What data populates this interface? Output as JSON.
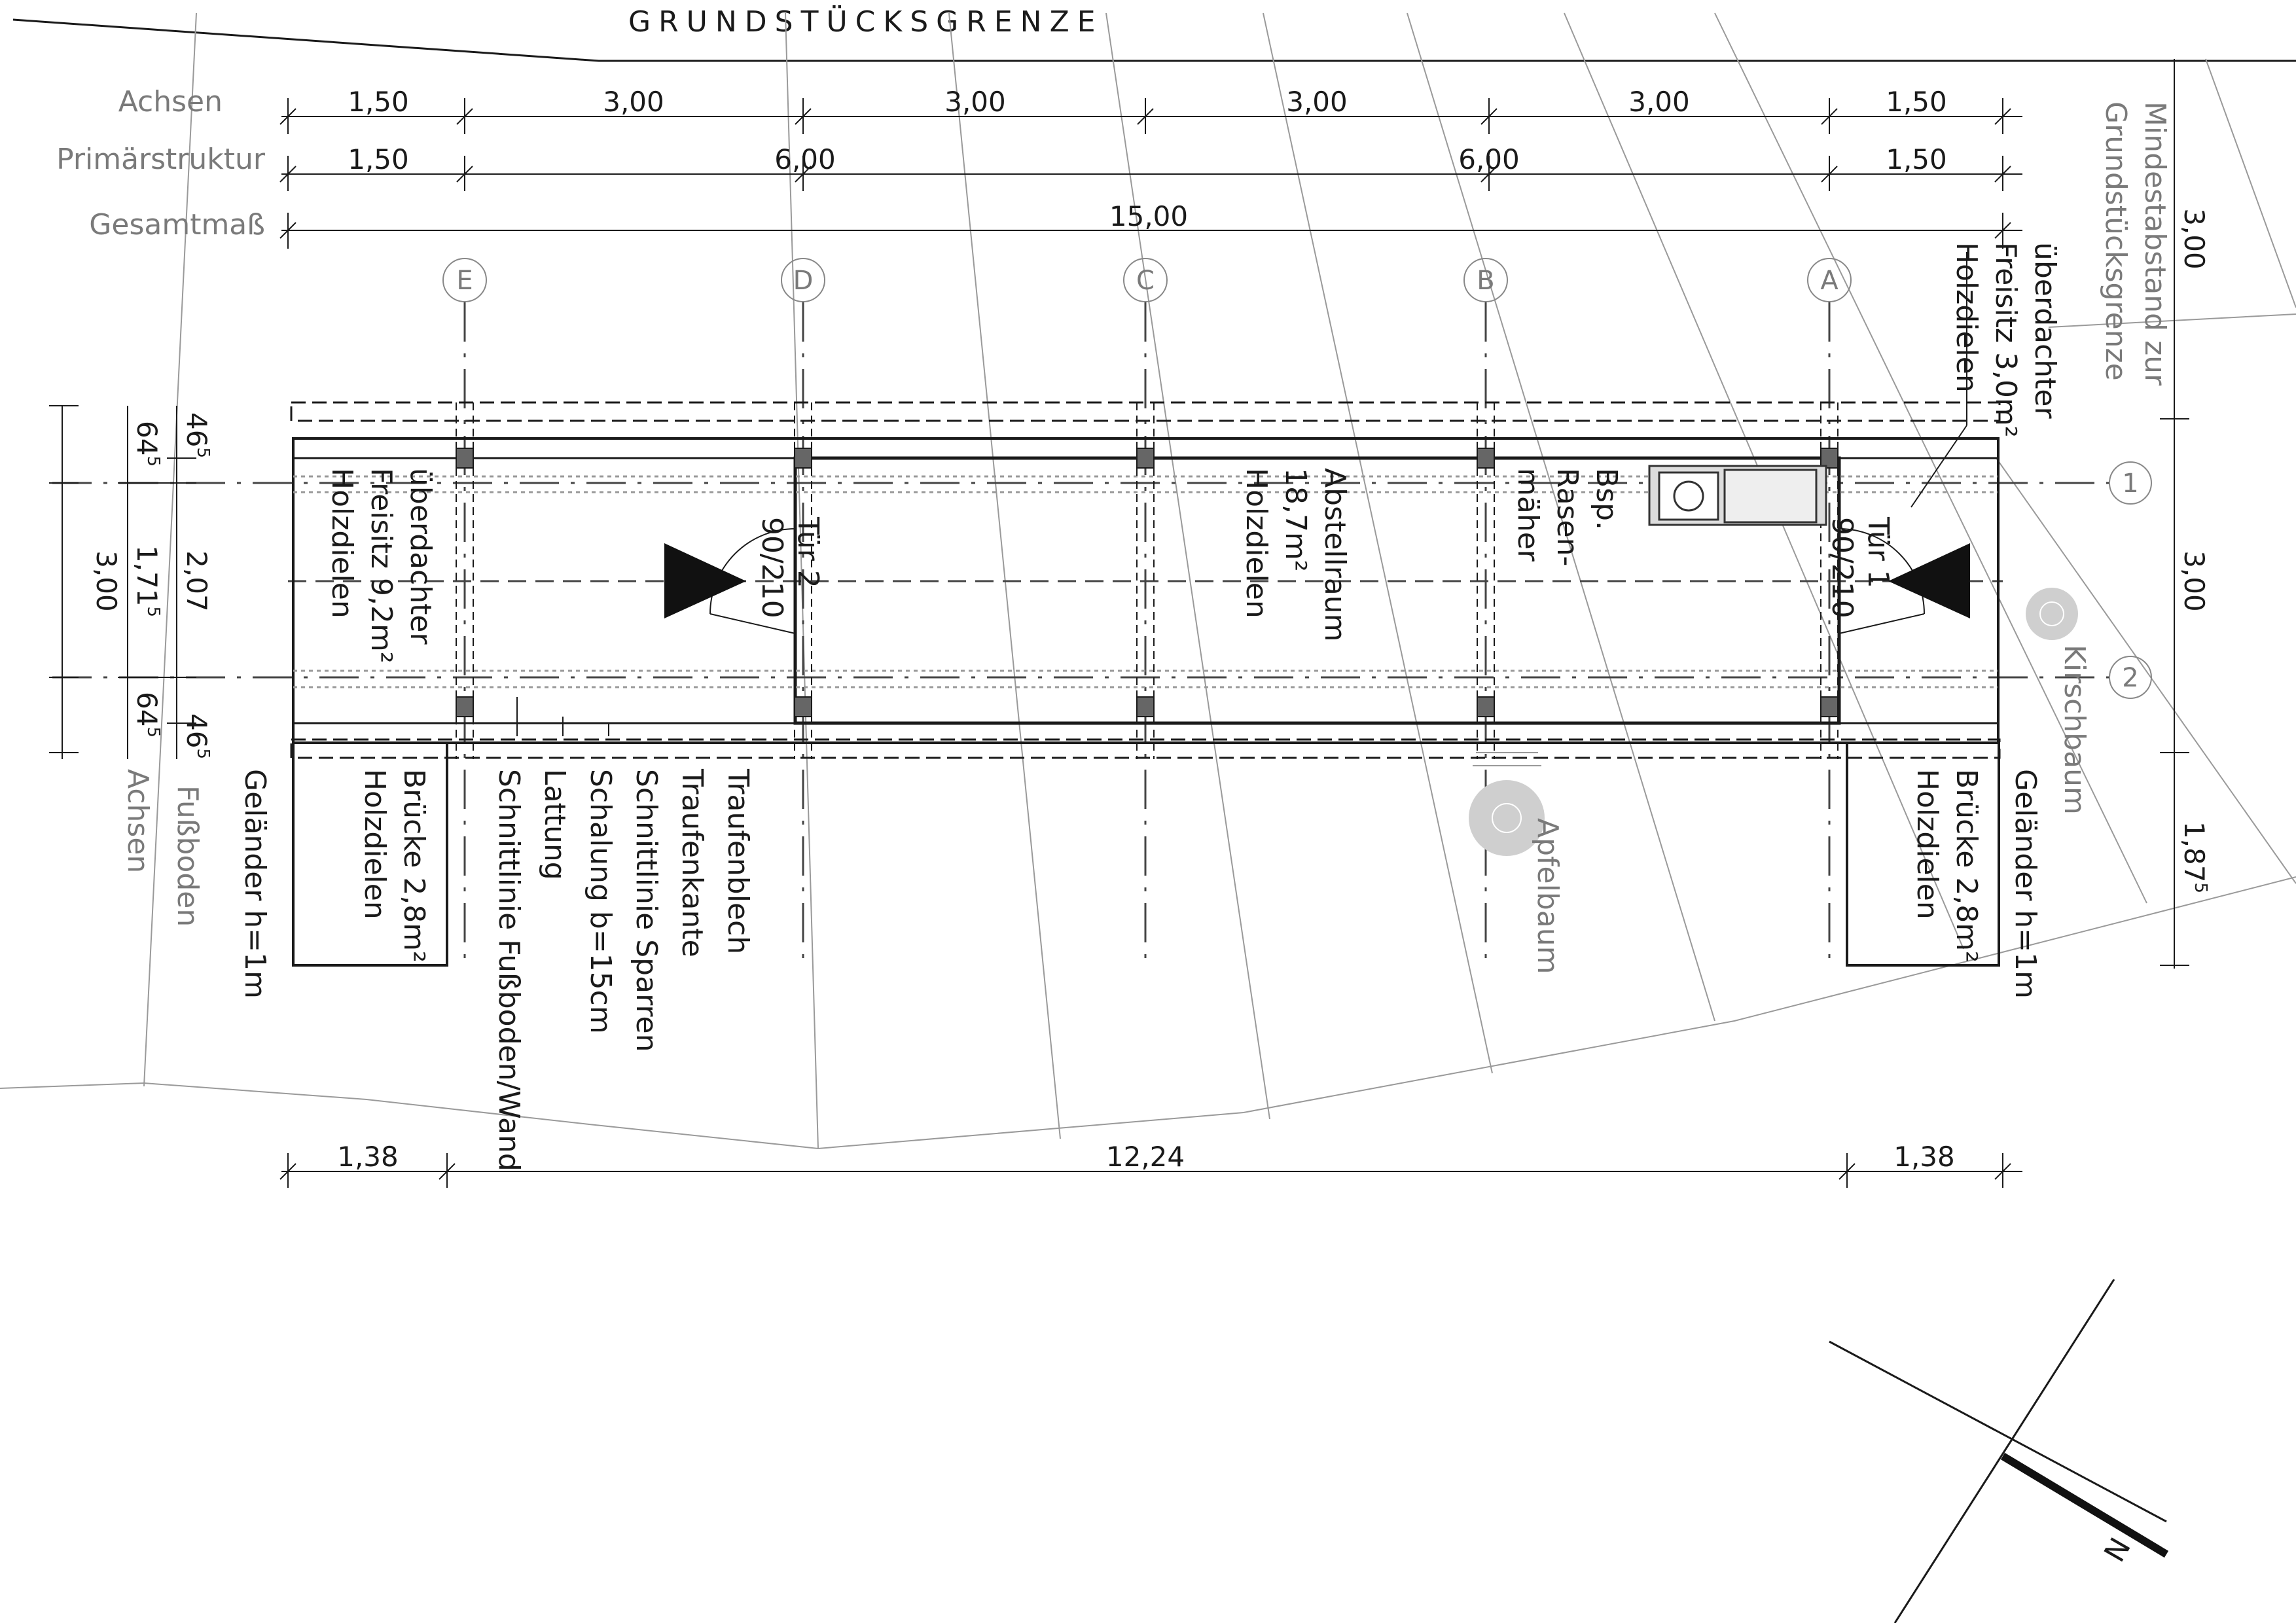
{
  "title": "GRUNDSTÜCKSGRENZE",
  "dimension_rows": {
    "achsen": {
      "label": "Achsen",
      "values": [
        "1,50",
        "3,00",
        "3,00",
        "3,00",
        "3,00",
        "1,50"
      ]
    },
    "primaer": {
      "label": "Primärstruktur",
      "values": [
        "1,50",
        "6,00",
        "6,00",
        "1,50"
      ]
    },
    "gesamt": {
      "label": "Gesamtmaß",
      "value": "15,00"
    },
    "bottom": {
      "values": [
        "1,38",
        "12,24",
        "1,38"
      ]
    }
  },
  "axes_letters": [
    "E",
    "D",
    "C",
    "B",
    "A"
  ],
  "axes_numbers": [
    "1",
    "2"
  ],
  "left_dims": {
    "achsen_total": "3,00",
    "achsen_top": "64",
    "achsen_top_sup": "5",
    "achsen_mid": "1,71",
    "achsen_mid_sup": "5",
    "achsen_bottom": "64",
    "achsen_bottom_sup": "5",
    "floor_top": "46",
    "floor_top_sup": "5",
    "floor_mid": "2,07",
    "floor_bottom": "46",
    "floor_bottom_sup": "5",
    "achsen_label": "Achsen",
    "floor_label": "Fußboden"
  },
  "right_dims": {
    "min_label_1": "Mindestabstand zur",
    "min_label_2": "Grundstücksgrenze",
    "top": "3,00",
    "mid": "3,00",
    "bottom": "1,87",
    "bottom_sup": "5"
  },
  "rooms": {
    "freisitz_left": [
      "überdachter",
      "Freisitz 9,2m²",
      "Holzdielen"
    ],
    "abstellraum": [
      "Abstellraum",
      "18,7m²",
      "Holzdielen"
    ],
    "rasenmaeher": [
      "Bsp.",
      "Rasen-",
      "mäher"
    ],
    "freisitz_right": [
      "überdachter",
      "Freisitz 3,0m²",
      "Holzdielen"
    ],
    "tuer2": [
      "Tür 2",
      "90/210"
    ],
    "tuer1": [
      "Tür 1",
      "90/210"
    ],
    "bruecke_left": [
      "Brücke 2,8m²",
      "Holzdielen"
    ],
    "bruecke_right": [
      "Brücke 2,8m²",
      "Holzdielen"
    ],
    "gelaender_left": "Geländer h=1m",
    "gelaender_right": "Geländer h=1m"
  },
  "annotations": [
    "Schnittlinie Fußboden/Wand",
    "Lattung",
    "Schalung b=15cm",
    "Schnittlinie Sparren",
    "Traufenkante",
    "Traufenblech"
  ],
  "trees": {
    "kirschbaum": "Kirschbaum",
    "apfelbaum": "Apfelbaum"
  },
  "north": "N"
}
